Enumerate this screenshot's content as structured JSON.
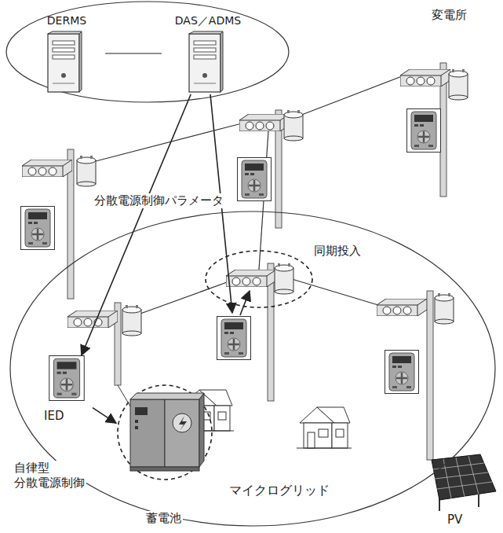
{
  "diagram": {
    "nodes": [
      {
        "text": [
          "DERMS"
        ]
      },
      {
        "text": [
          "DAS／ADMS"
        ]
      },
      {
        "text": [
          "マイクログリッド"
        ]
      },
      {
        "text": [
          "IED"
        ],
        "in": 2
      },
      {
        "text": [
          "蓄電池"
        ],
        "in": 2
      },
      {
        "text": [
          "同期投入"
        ],
        "in": 2
      }
    ],
    "edges": [
      {
        "from": 0,
        "to": 1,
        "arrow": "none"
      },
      {
        "from": 1,
        "to": 3,
        "arrow": "to",
        "label": "分散電源制御パラメータ"
      },
      {
        "from": 3,
        "to": 4,
        "arrow": "to"
      }
    ],
    "labels": [
      "変電所",
      "自律型 分散電源制御",
      "PV"
    ]
  }
}
